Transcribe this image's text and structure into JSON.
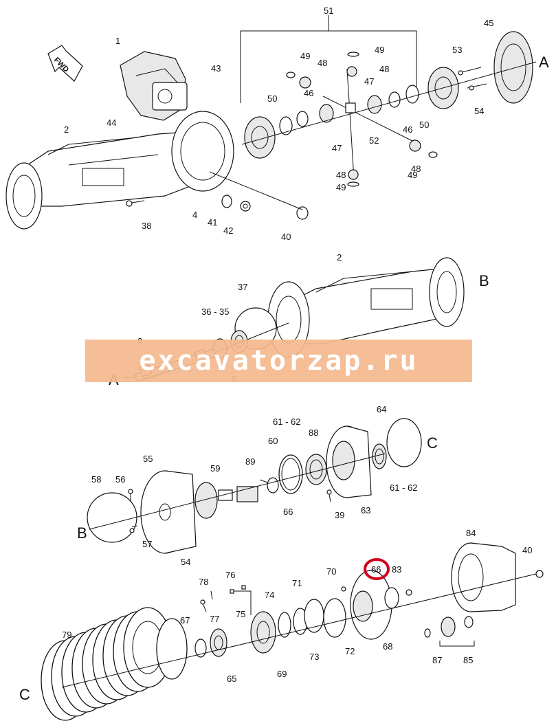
{
  "fwd_label": "FWD",
  "connectors": {
    "a": "A",
    "b": "B",
    "c": "C"
  },
  "watermark": "excavatorzap.ru",
  "highlight_color": "#d0021b",
  "watermark_color": "#f4b98e",
  "labels": {
    "l51": "51",
    "l45": "45",
    "l1": "1",
    "l43": "43",
    "l49a": "49",
    "l49b": "49",
    "l53": "53",
    "l48a": "48",
    "l48b": "48",
    "l46a": "46",
    "l47a": "47",
    "l50a": "50",
    "l44": "44",
    "l2a": "2",
    "l46b": "46",
    "l50b": "50",
    "l54a": "54",
    "l47b": "47",
    "l52": "52",
    "l48c": "48",
    "l48d": "48",
    "l49c": "49",
    "l49d": "49",
    "l38": "38",
    "l4": "4",
    "l41": "41",
    "l42": "42",
    "l40a": "40",
    "l2b": "2",
    "l37": "37",
    "l3635": "36 - 35",
    "l3": "3",
    "l5": "5",
    "l64": "64",
    "l6162a": "61 - 62",
    "l88": "88",
    "l60": "60",
    "l55": "55",
    "l89": "89",
    "l59": "59",
    "l58": "58",
    "l56": "56",
    "l66a": "66",
    "l39": "39",
    "l63": "63",
    "l6162b": "61 - 62",
    "l57": "57",
    "l54b": "54",
    "l84": "84",
    "l40b": "40",
    "l66b": "66",
    "l83": "83",
    "l70": "70",
    "l76": "76",
    "l78": "78",
    "l71": "71",
    "l74": "74",
    "l77": "77",
    "l75": "75",
    "l79": "79",
    "l67": "67",
    "l73": "73",
    "l72": "72",
    "l68": "68",
    "l87": "87",
    "l85": "85",
    "l65": "65",
    "l69": "69"
  }
}
